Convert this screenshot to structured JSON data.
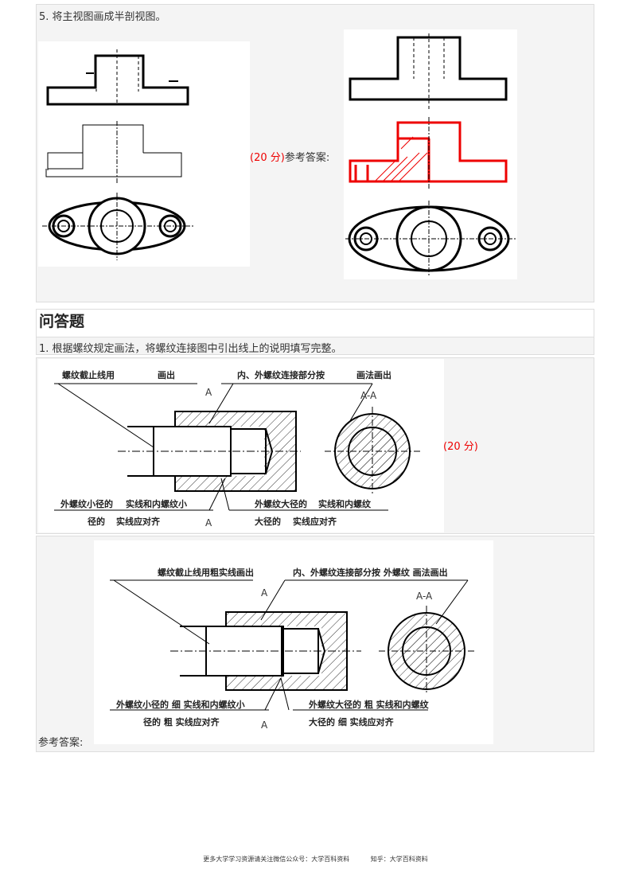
{
  "q5": {
    "number": "5.",
    "text": "将主视图画成半剖视图。",
    "score": "(20 分)",
    "answer_label": "参考答案:"
  },
  "section_title": "问答题",
  "q1": {
    "number": "1.",
    "text": "根据螺纹规定画法，将螺纹连接图中引出线上的说明填写完整。",
    "score": "(20 分)",
    "answer_label": "参考答案:",
    "question_labels": {
      "l1": "螺纹截止线用",
      "l1b": "画出",
      "l2": "内、外螺纹连接部分按",
      "l3": "画法画出",
      "l4": "外螺纹小径的",
      "l4b": "实线和内螺纹小",
      "l5": "径的",
      "l5b": "实线应对齐",
      "l6": "外螺纹大径的",
      "l6b": "实线和内螺纹",
      "l7": "大径的",
      "l7b": "实线应对齐",
      "sec": "A",
      "secAA": "A-A"
    },
    "answer_labels": {
      "l1": "螺纹截止线用粗实线画出",
      "l2": "内、外螺纹连接部分按  外螺纹  画法画出",
      "l4": "外螺纹小径的 细 实线和内螺纹小",
      "l5": "径的 粗 实线应对齐",
      "l6": "外螺纹大径的 粗 实线和内螺纹",
      "l7": "大径的 细 实线应对齐",
      "sec": "A",
      "secAA": "A-A"
    }
  },
  "footer": {
    "text": "更多大学学习资源请关注微信公众号：大学百科资料",
    "zhihu": "知乎：大学百科资料"
  }
}
